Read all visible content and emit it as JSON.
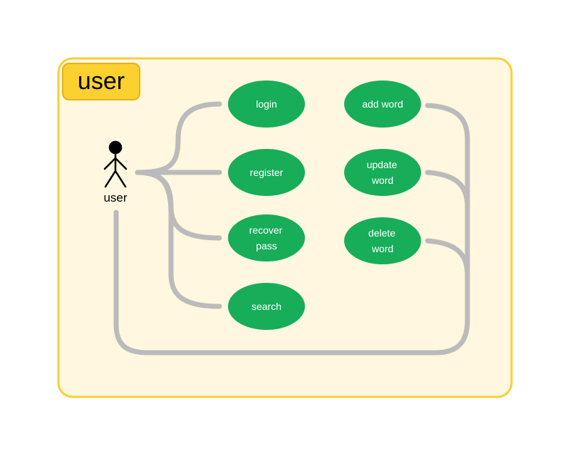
{
  "frame": {
    "title": "user",
    "fill_color": "#FFF7E0",
    "border_color": "#F9CF38",
    "title_fill_color": "#FCD12F"
  },
  "actor": {
    "label": "user"
  },
  "use_cases": {
    "login": [
      "login"
    ],
    "register": [
      "register"
    ],
    "recover_pass": [
      "recover",
      "pass"
    ],
    "search": [
      "search"
    ],
    "add_word": [
      "add word"
    ],
    "update_word": [
      "update",
      "word"
    ],
    "delete_word": [
      "delete",
      "word"
    ],
    "fill_color": "#17AD59"
  },
  "connectors": {
    "color": "#BBBBBB"
  }
}
